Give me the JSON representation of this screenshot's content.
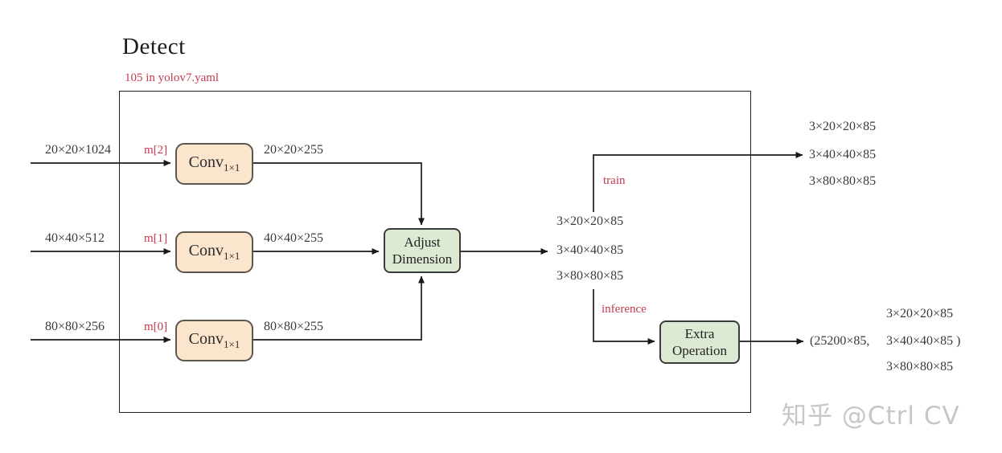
{
  "title": "Detect",
  "subtitle": "105 in yolov7.yaml",
  "inputs": [
    {
      "dim": "20×20×1024",
      "m": "m[2]",
      "out": "20×20×255"
    },
    {
      "dim": "40×40×512",
      "m": "m[1]",
      "out": "40×40×255"
    },
    {
      "dim": "80×80×256",
      "m": "m[0]",
      "out": "80×80×255"
    }
  ],
  "conv": {
    "label": "Conv",
    "sub": "1×1"
  },
  "adjust_box": {
    "line1": "Adjust",
    "line2": "Dimension"
  },
  "extra_box": {
    "line1": "Extra",
    "line2": "Operation"
  },
  "middle_outputs": [
    "3×20×20×85",
    "3×40×40×85",
    "3×80×80×85"
  ],
  "branch_labels": {
    "train": "train",
    "inference": "inference"
  },
  "train_outputs": [
    "3×20×20×85",
    "3×40×40×85",
    "3×80×80×85"
  ],
  "inference_output": {
    "prefix": "(25200×85,",
    "lines": [
      "3×20×20×85",
      "3×40×40×85 )",
      "3×80×80×85"
    ]
  },
  "watermark": "知乎 @Ctrl CV",
  "colors": {
    "red_text": "#c43a50",
    "conv_fill": "#fbe5cd",
    "green_fill": "#dcead3",
    "wire": "#1a1a1a"
  }
}
